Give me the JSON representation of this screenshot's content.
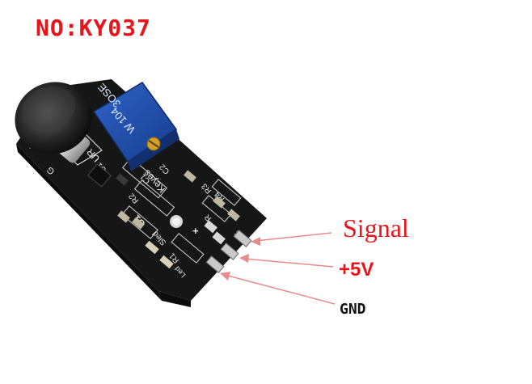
{
  "title": "NO:KY037",
  "board": {
    "pot_top_text": "3OSE",
    "pot_bottom_text": "W 104",
    "silk_labels": [
      "Keyes",
      "S1",
      "Sled",
      "R2",
      "R1",
      "R4",
      "R3",
      "C1",
      "C2",
      "U1",
      "UR",
      "Led",
      "S",
      "G",
      "+",
      "-",
      "R"
    ]
  },
  "pins": {
    "signal": "Signal",
    "vcc": "+5V",
    "gnd": "GND"
  },
  "colors": {
    "title": "#e8141b",
    "label_red": "#e8141b",
    "label_dark": "#111111",
    "pcb": "#151615",
    "pot_blue": "#1e4fb4",
    "arrow": "#e88a8a"
  }
}
